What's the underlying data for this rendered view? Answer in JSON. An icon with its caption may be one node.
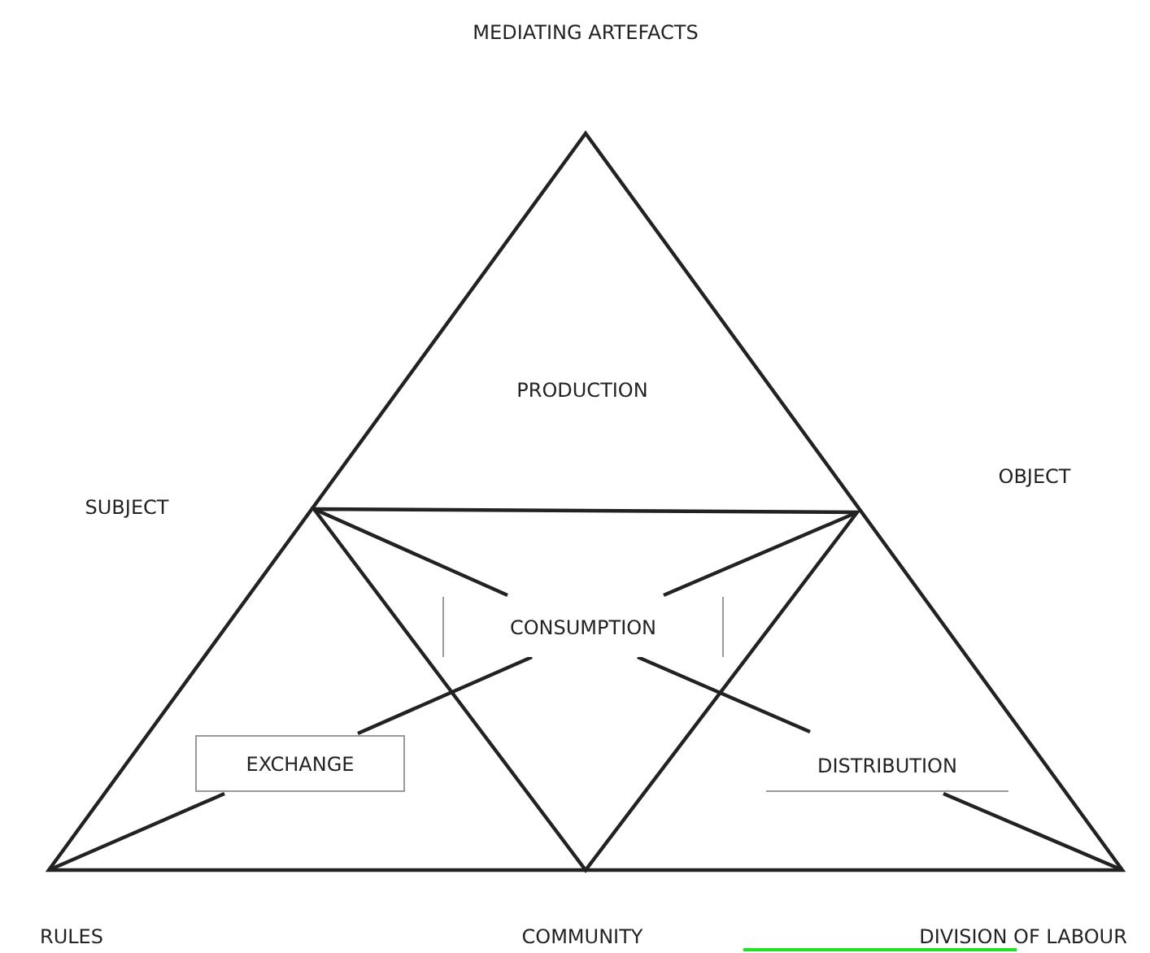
{
  "diagram": {
    "nodes": [
      {
        "text": [
          "CONSUMPTION"
        ]
      },
      {
        "text": [
          "EXCHANGE"
        ]
      },
      {
        "text": [
          "DISTRIBUTION"
        ]
      }
    ],
    "edges": [
      {
        "from": 0,
        "to": 1,
        "arrow": "none"
      },
      {
        "from": 0,
        "to": 2,
        "arrow": "none"
      }
    ],
    "labels": [
      "MEDIATING ARTEFACTS",
      "PRODUCTION",
      "OBJECT",
      "SUBJECT",
      "RULES",
      "COMMUNITY",
      "DIVISION OF LABOUR"
    ]
  }
}
